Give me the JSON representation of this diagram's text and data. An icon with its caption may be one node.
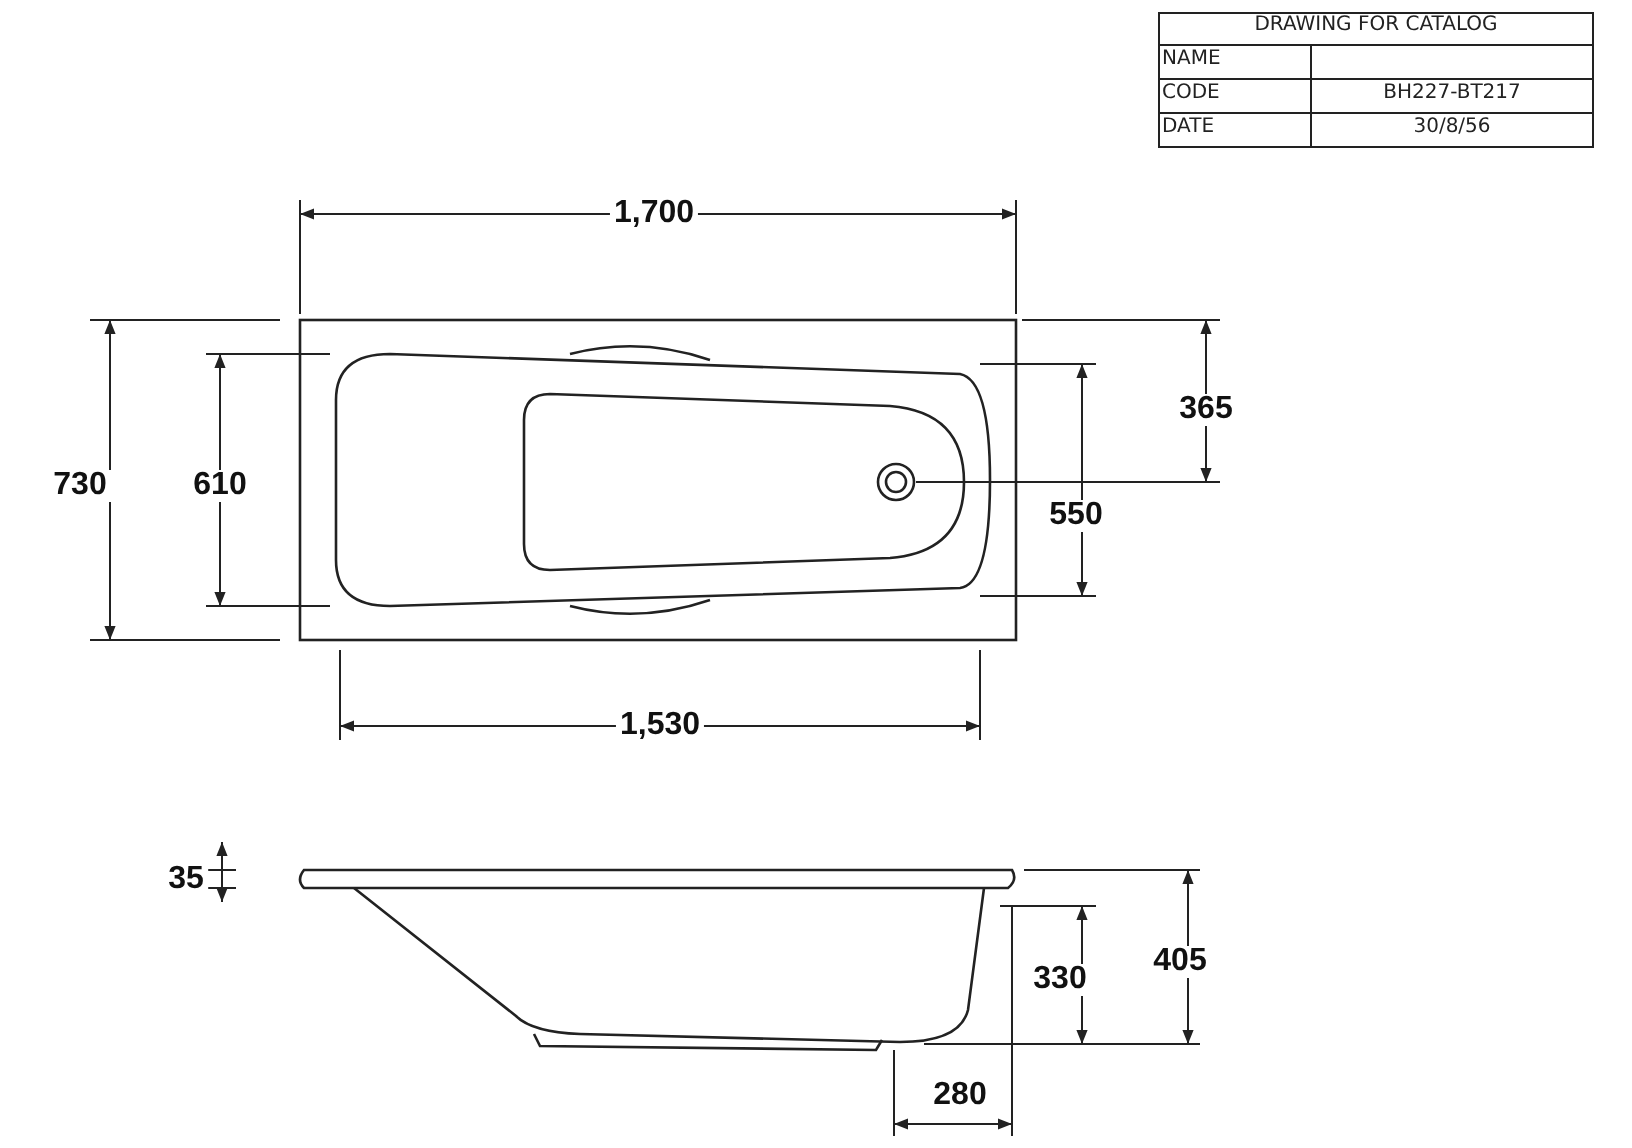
{
  "diagram": {
    "labels": [
      "DRAWING FOR CATALOG",
      "NAME",
      "CODE",
      "BH227-BT217",
      "DATE",
      "30/8/56",
      "1,700",
      "730",
      "610",
      "365",
      "550",
      "1,530",
      "35",
      "330",
      "405",
      "280"
    ]
  }
}
